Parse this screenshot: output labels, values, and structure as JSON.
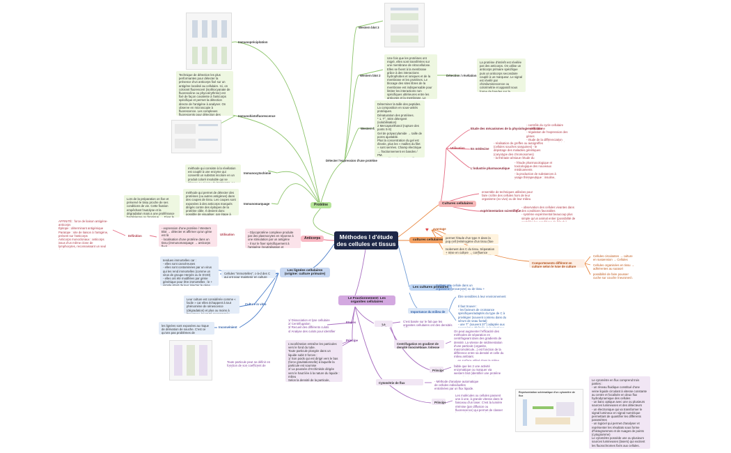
{
  "central": {
    "title": "Méthodes l d'étude des cellules et tissus"
  },
  "proteine": {
    "label": "Protéine",
    "immuno_precipitation": "Immunoprécipitation",
    "immunohisto": "Immunohistofluorescence",
    "immunohisto_text": "Technique de détection les plus performantes pour détecter la présence d'un anticorps fixé sur un antigène localisé au cellulaire. Ici, on colorant fluorescent (isothiocyanate de fluorescéine ou phycoérythrine) est fixé de façon covalente à l'anticorps spécifique et permet la détection directe de l'antigène à analyser. On observe en microscopie à fluorescence. Les complexes fluorescents pour détection des anticorps. Pour sur l'antigène étudiés on gels dans dans un cas d'immunofluorescence indirecte. La lecture des coupes localisées on des cellules des marquées est réalisée à l'aide d'un microscope à fluorescence.",
    "immunocyto": "Immunocytochimie",
    "immunocyto_text": "méthode qui consiste à la révélation est couplé à une enzyme qui convertit un substrat incolore en un produit coloré insoluble qui se dépose au niveau de l'anticorps. Le résultat peut être observé directement en microscopie optique.",
    "immunomarquage": "Immunomarquage",
    "immunomarquage_text": "méthode qui permet de détecter des protéines (ou autres antigènes) dans des coupes de tissu. Les coupes sont exposées à des anticorps marqués dirigés contre des épitopes de la protéine cible. Il devient donc possible de visualiser, par étape à l'aide d'un marqueur (fluo, or colloïdal...).",
    "immunomarquage_side": "Lors de la préparation on fixe et préservé le tissu proche de ses conditions de vie. Cette fixation empêchant l'autolyse et la dégradation mais a une proliférance bactérienne ou fongique. → Fixer le tissu, ce ainsi des cultures (formol, fixateurs).",
    "western": "Western blot 3",
    "western2": "Western blot 2",
    "western2_text": "Une fois que les protéines ont migré, elles sont transférées sur une membrane de nitrocellulose. Elles se fixent à la membrane grâce à des interactions hydrophobes et ioniques et de la membrane et les protéines. Le blocage des sites libres de la membrane est indispensable pour limiter les interactions non spécifiques ultérieures entre les anticorps et la membrane. Le blocage est réalisé avec une solution de protéines concentrées (en protéine, ex. lait en poudre) saturation de la membrane.",
    "detection": "Détection / révélation",
    "detection_text": "La protéine d'intérêt est révélée par des anticorps. On utilise un anticorps primaire spécifique puis un anticorps secondaire couplé à un marqueur. Le signal est révélé par chimiluminescence ou colorimétrie et apparaît sous forme de bandes sur la membrane.",
    "western1": "Western blot 1",
    "western1_text": "Déterminer la taille des peptides.\nLa composition en sous-unités protéiques.\nDénaturation des protéines.\n* 1. T°, SDS détergent (solubilisation)\n2 Mercaptoéthanol (rupture des ponts S-S)\nGel de polyacrylamide → taille de pores ajustable.\nPlus la concentration du gel est élevée, plus les « mailles du filet » sont serrées. Champ électrique → fractionnement en bandes / PM.\nLes protéines de petites taille migrent plus vite. Les protéines de grande taille sont ralenties. Migration à un marqueur de taille, marqueurs de poids moléculaire. Révélation par coloration du gel : bleu de Coomassie.",
    "detect_expression": "Détecter l'expression d'une protéine"
  },
  "cultures": {
    "label": "Cultures cellulaires",
    "utilisation": "Utilisation",
    "etude": "Etude des mécanismes de la physiologie cellulaire",
    "etude_text": "- contrôle du cycle cellulaire\n- métabolisme\n- régulation de l'expression des gènes\n- étude de la différenciation\n- étude des protéines cellulaires",
    "medecine": "En médecine",
    "medecine_text": "- réalisation de greffes ou autogreffes (cellules souches sanguines) - le dépistage des maladies génétiques (caryotype des chromosomes)\n- la thérapie génique (étude du génome)",
    "industrie": "L'industrie pharmaceutique",
    "industrie_text": "- l'étude pharmacologique et toxicologique des nouveaux médicaments\n- la production de substances à usage thérapeutique : insuline, hormone de croissance...\n- la production de vaccins (lymphocytes)",
    "def_text": "ensemble de techniques utilisées pour faire croître des cellules hors de leur organisme (ex vivo) ou de leur milieu d'origine",
    "exp_label": "expérimentation scientifique",
    "exp_text": "- observation des cellules vivantes dans des conditions favorables\n- système expérimental beaucoup plus simple qu'un animal entier (possibilité de contrôler les conditions de l'étude)"
  },
  "primaires": {
    "label": "cultures cellulaires primaires",
    "avantage": "avantage",
    "avantage_text": "permet l'étude d'un type X dans la pop.cell (Hétérogène d'un tissu (foie → hépatocytes))",
    "inconvenient_text": "Isolement des C du tissu. Séparation + mise en culture → confluence (maintenance lors de cell. ≈ revoir)",
    "comportement": "Comportements différent en culture selon le type de culture",
    "comportement_text1": "Cellules circulantes → culture en suspension → Cellules Flottantes (C du sang)",
    "comportement_text2": "Cellules organisées en tissu → adhérentes au support (fibrocytes)",
    "comportement_text3": "possibilité de faire pousser cuche sur couche (neurones), gêles"
  },
  "lignees": {
    "label": "Les lignées cellulaires (origine: culture primaire)",
    "def_text": "Cellules \"immortelles\", c-à-d des C qui ont pour maintenir en culture indéfiniment",
    "props_text": "tendues immortelles car :\n- elles sont cancéreuses\n- elles sont contaminées par un virus qui les rend immortelles (comme un virus de groupe Herpès ou le SV40)\n- elles ont été modifiées par génie génétique pour être immortelles : le + simple étant de leur injecter le gène codant pour une protéine virale immortel (comme le gène T du virus SV40)",
    "culture": "Culture in vitro",
    "culture_text": "Leur culture est considérée comme « facile » car elles échappent à tout phénomène de sénescence (dégradation) et plus ou moins à l'apoptose (mort C) programmée. Elles s'adaptent donc facilement aux conditions de culture artificielles.",
    "inconvenient": "Inconvénient",
    "inconvenient_text": "les lignées sont exposées au risque de dérivation de souche. C'est ce qu'ons pas problèmes de reproductibilité entre deux laboratoires différents."
  },
  "fractionnement": {
    "label": "Le Fractionnement: Les organites cellulaires",
    "etapes": "Etapes",
    "etapes_text": "1/ Dissociation et lyse cellulaire\n2/ Centrifugation\n3/ Recueil des différents culots\n4/ Analyse des culots pour identifier les organites (mesure d'activité, immunoblot, etc)",
    "principe": "Principe",
    "principe_text": "L'accélération entraîne les particules vers le fond du tube.\nToute particule plongée dans un liquide subit 3 forces :\n1/ Son poids qui est dirigé vers le bas (force gravitationnelle) à laquelle la particule est soumise\n2/ La poussée d'Archimède dirigée vers le haut liée à la nature du liquide : milieu\nSelon la densité de la particule, liquide, sédimentation ou les particules plus légères, elle sédimente ou descendra dans le liquide, jusqu'à atteindre un niveau d'équilibre (= sédimentation)",
    "technique": "La technique",
    "technique_text": "C'est basée sur le fait que les organites cellulaires ont des densités différentes",
    "gradient": "Centrifugation en gradient de densité (isocinétique, (vitesse de zonale))",
    "gradient_text": "On peut augmenter l'efficacité des méthodes de séparation en centrifugeant dans des gradients de densité. La vitesse de sédimentation d'une particule (organite, macromolécule...) est fonction de la différence entre sa densité et celle du milieu ambiant.\n→ en surface utilisé dans le milieu ambiant, jusqu'à ce qu'elles atteignent une densité identique à la sienne (dite pour isodensitaire) formée.",
    "principe2": "Principe",
    "principe2_text": "faible que les 2 une activité enzymatique ou marquer via western blot (identifier une protéine caractéristique d'un organite...)",
    "svedberg_text": "Toute particule peut se définir en fonction de son coefficient de sédimentation (exprimé en Svedberg)",
    "cytometrie": "Cytométrie de flux",
    "cytometrie_text": "- Méthode d'analyse automatique de cellules individuelles entraînées par un flux liquide.\n- Permet l'étude précise de cellules isolées",
    "principe3": "Principe",
    "principe3_text": "Les molécules ou cellules passent une à une, à grande vitesse dans le faisceau d'un laser. C'est la lumière réémise (par diffusion ou fluorescence) qui permet de classer la population suivant plusieurs critères (taille, granularité) et de les trier.",
    "cyto_right_text": "Le cytomètre en flux comprend trois parties :\n- un réseau fluidique constitué d'une veine liquide circulant à vitesse constante au centre et focalisée en deux flux hydrodynamique des cellules\n- un banc optique avec une ou plusieurs sources lumineuses et des détecteurs\n- un électronique qui va transformer le signal lumineux en signal numérique permettant de quantifier les différents paramètres\n- un logiciel qui permet d'analyser et représenter les résultats sous forme d'histogrammes et de nuages de points (cytogramme)\nLe cytomètre possède une ou plusieurs sources lumineuses (lasers) qui excitent les fluorochromes fixés aux cellules.",
    "cyto_img_title": "Représentation schématique d'un cytomètre de flux"
  },
  "cultures_primaires": {
    "label": "Les cultures primaires",
    "def_text": "Cultiver une cellule dans un organisme (procaryote) ou de tissu + pousser + in vitro... (fonction)",
    "importance": "Importance du milieu de culture",
    "importance_text1": "Être sensibles à leur environnement",
    "importance_text2": "Il faut trouver :\n- les facteurs de croissance spécifiques/adaptés du type de C à privilégier (souvent contenu dans du sérum de veau foetal)\n- une T° (souvent 37°) adaptée aux paramètres d'hôtelle et la plastique d'une couche de cellules sur lesquelles les cellules d'intérêt peuvent pousser et échanger des nutriments"
  },
  "anticorps": {
    "label": "Anticorps",
    "definition": "Définition",
    "definition_text": "- expression d'une protéine / Western Blot → détecter et affirmer qu'un gène est là\n- localisation d'une protéine dans un tissu (immunomarquage → anticorps fluo)\n- recherche des partenaires (molécules qui interagissent avec une autre) d'une protéine (immunoprécipitation)",
    "definition_side": "AFFINITÉ : force de liaison antigène-anticorps\nÉpitope : déterminant antigénique\nParatope : site de liaison à l'antigène, présent sur l'anticorps\nAnticorps monoclonaux : anticorps issus d'un même clone de lymphocytes, reconnaissant un seul épitope\nAnticorps polyclonaux : anticorps reconnaissant de multiples épitopes d'un même antigène",
    "utilisation": "Utilisation",
    "utilisation_text": "- Glycoprotéine complexe produite par des plasmocytes en réponse à une stimulation par un antigène\n- Il sur le fixer spécifiquement à l'antigène (neutralisation et recrutement du système immunitaire)"
  },
  "colors": {
    "green": "#6ab04c",
    "orange": "#e8843c",
    "pink": "#e56b82",
    "blue": "#4a7dc9",
    "purple": "#a86ec0",
    "central": "#1d2747"
  }
}
